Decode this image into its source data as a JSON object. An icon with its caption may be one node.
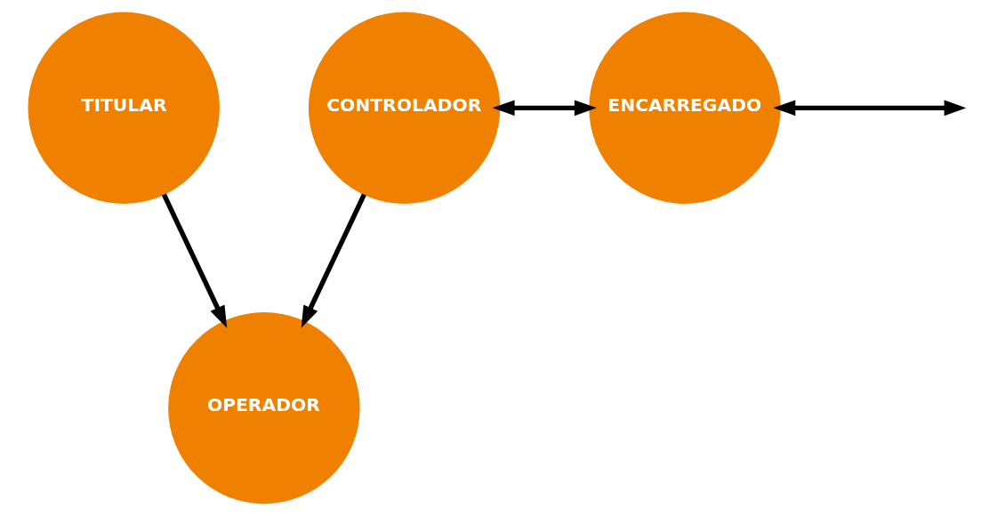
{
  "diagram": {
    "nodes": [
      {
        "text": [
          "TITULAR"
        ]
      },
      {
        "text": [
          "CONTROLADOR"
        ]
      },
      {
        "text": [
          "ENCARREGADO"
        ]
      },
      {
        "text": [
          "OPERADOR"
        ]
      }
    ],
    "edges": [
      {
        "from": 1,
        "to": 2,
        "arrow": "both"
      },
      {
        "from": 2,
        "to": null,
        "arrow": "both"
      },
      {
        "from": 0,
        "to": 3,
        "arrow": "to"
      },
      {
        "from": 1,
        "to": 3,
        "arrow": "to"
      }
    ]
  }
}
